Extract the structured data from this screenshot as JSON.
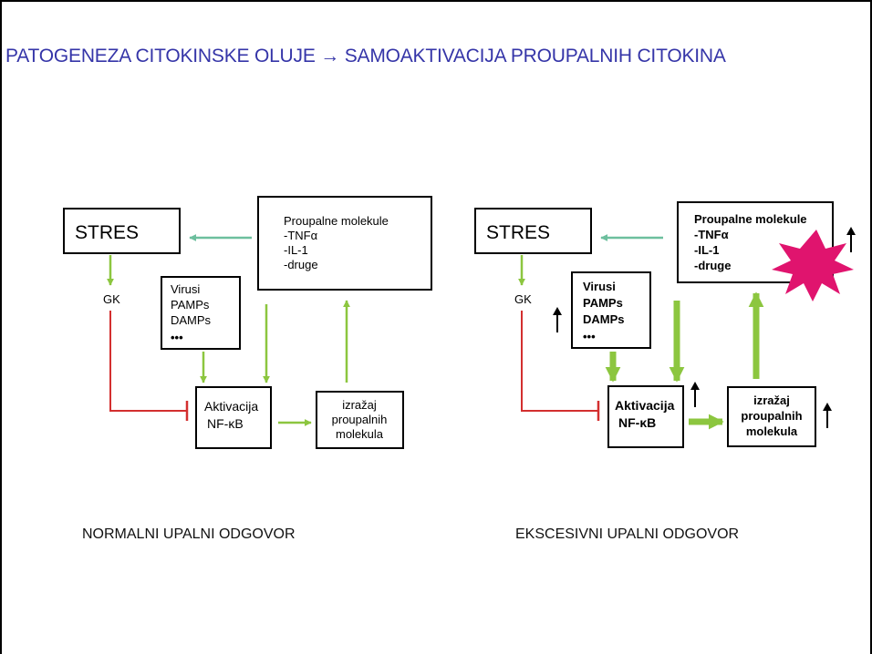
{
  "title": "PATOGENEZA CITOKINSKE OLUJE → SAMOAKTIVACIJA PROUPALNIH CITOKINA",
  "colors": {
    "title": "#3535a8",
    "green_arrow": "#8cc63f",
    "teal_arrow": "#6dbf9e",
    "inhibition_line": "#d32f2f",
    "burst": "#e0146e"
  },
  "left_diagram": {
    "stres": "STRES",
    "gk": "GK",
    "pathogens": [
      "Virusi",
      "PAMPs",
      "DAMPs",
      "•••"
    ],
    "molecules": [
      "Proupalne molekule",
      "-TNFα",
      "-IL-1",
      "-druge"
    ],
    "activation": [
      "Aktivacija",
      "NF-κB"
    ],
    "expression": [
      "izražaj",
      "proupalnih",
      "molekula"
    ],
    "caption": "NORMALNI UPALNI ODGOVOR"
  },
  "right_diagram": {
    "stres": "STRES",
    "gk": "GK",
    "pathogens": [
      "Virusi",
      "PAMPs",
      "DAMPs",
      "•••"
    ],
    "molecules": [
      "Proupalne molekule",
      "-TNFα",
      "-IL-1",
      "-druge"
    ],
    "activation": [
      "Aktivacija",
      "NF-κB"
    ],
    "expression": [
      "izražaj",
      "proupalnih",
      "molekula"
    ],
    "caption": "EKSCESIVNI UPALNI ODGOVOR",
    "increase_icon": "up-arrow-icon"
  }
}
